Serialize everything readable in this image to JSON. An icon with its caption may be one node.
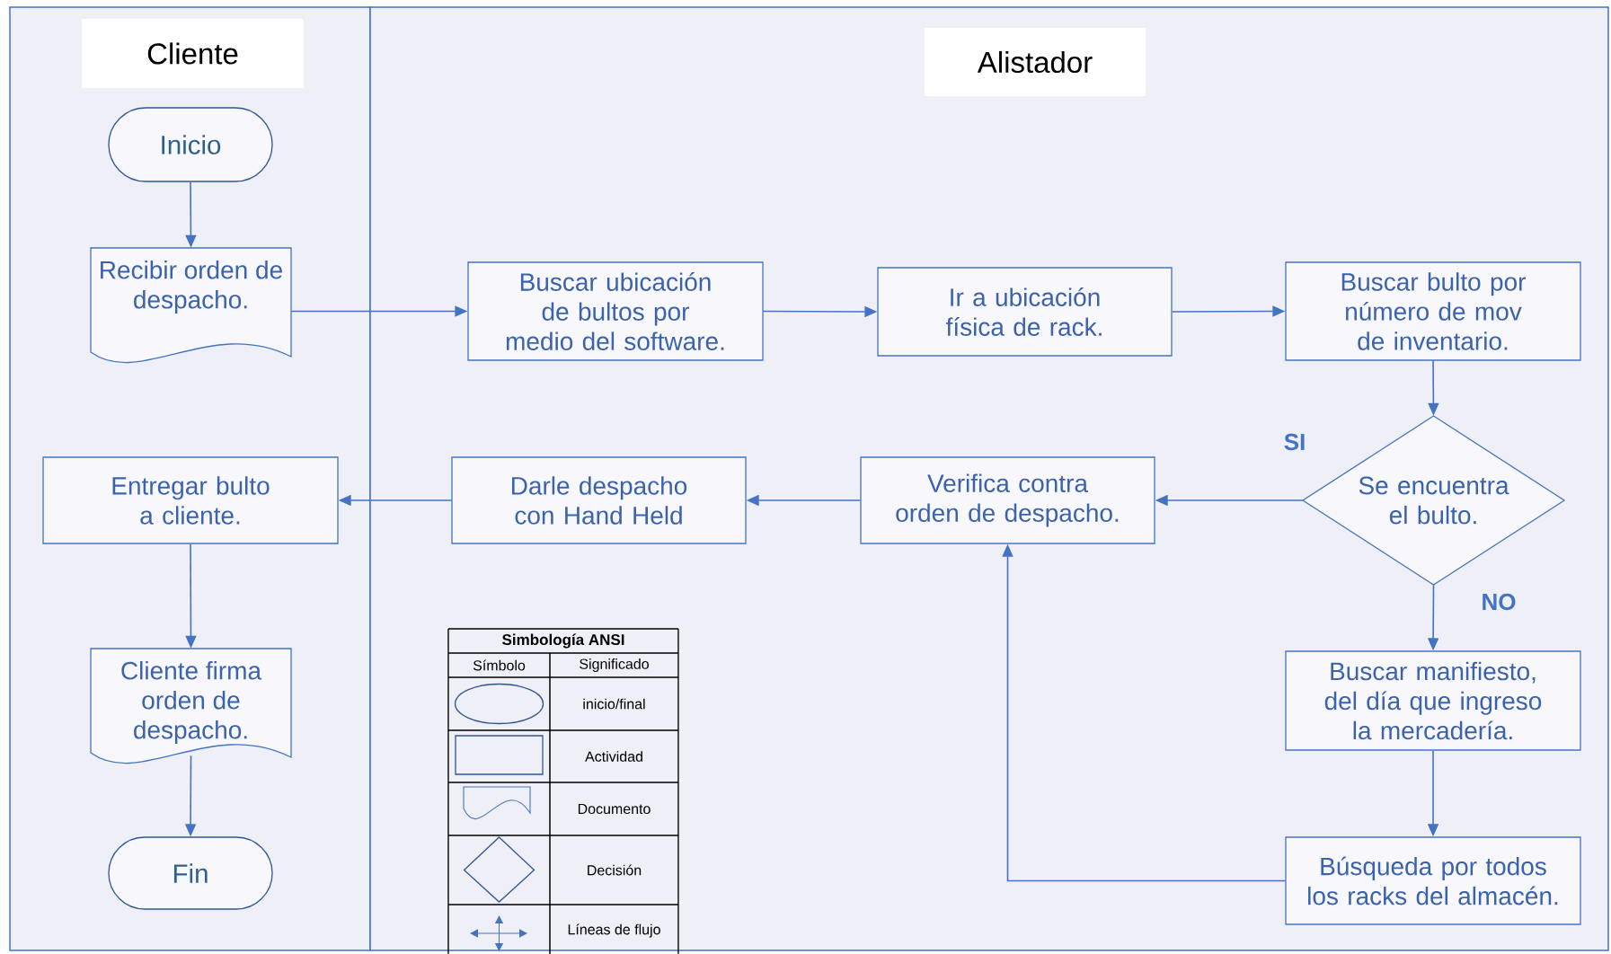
{
  "diagram": {
    "nodes": [
      {
        "text": [
          "Cliente"
        ]
      },
      {
        "text": [
          "Alistador"
        ]
      },
      {
        "text": [
          "Inicio"
        ],
        "in": 0
      },
      {
        "text": [
          "Recibir orden de despacho."
        ],
        "in": 0
      },
      {
        "text": [
          "Buscar ubicación de bultos por medio del software."
        ],
        "in": 1
      },
      {
        "text": [
          "Ir a ubicación física de rack."
        ],
        "in": 1
      },
      {
        "text": [
          "Buscar bulto por número de mov de inventario."
        ],
        "in": 1
      },
      {
        "text": [
          "Se encuentra el bulto."
        ],
        "in": 1
      },
      {
        "text": [
          "Verifica contra orden de despacho."
        ],
        "in": 1
      },
      {
        "text": [
          "Darle despacho con Hand Held"
        ],
        "in": 1
      },
      {
        "text": [
          "Entregar bulto a cliente."
        ],
        "in": 0
      },
      {
        "text": [
          "Buscar manifiesto, del día que ingreso la mercadería."
        ],
        "in": 1
      },
      {
        "text": [
          "Búsqueda por todos los racks del almacén."
        ],
        "in": 1
      },
      {
        "text": [
          "Cliente firma orden de despacho."
        ],
        "in": 0
      },
      {
        "text": [
          "Fin"
        ],
        "in": 0
      }
    ],
    "edges": [
      {
        "from": 2,
        "to": 3,
        "arrow": "to"
      },
      {
        "from": 3,
        "to": 4,
        "arrow": "to"
      },
      {
        "from": 4,
        "to": 5,
        "arrow": "to"
      },
      {
        "from": 5,
        "to": 6,
        "arrow": "to"
      },
      {
        "from": 6,
        "to": 7,
        "arrow": "to"
      },
      {
        "from": 7,
        "to": 8,
        "arrow": "to",
        "label": "SI"
      },
      {
        "from": 8,
        "to": 9,
        "arrow": "to"
      },
      {
        "from": 9,
        "to": 10,
        "arrow": "to"
      },
      {
        "from": 10,
        "to": 13,
        "arrow": "to"
      },
      {
        "from": 13,
        "to": 14,
        "arrow": "to"
      },
      {
        "from": 7,
        "to": 11,
        "arrow": "to",
        "label": "NO"
      },
      {
        "from": 11,
        "to": 12,
        "arrow": "to"
      },
      {
        "from": 12,
        "to": 8,
        "arrow": "to"
      }
    ],
    "labels": [
      "Simbología ANSI",
      "Símbolo",
      "Significado"
    ],
    "legend": [
      {
        "text": "inicio/final"
      },
      {
        "text": "Actividad"
      },
      {
        "text": "Documento"
      },
      {
        "text": "Decisión"
      },
      {
        "text": "Líneas de flujo"
      }
    ]
  }
}
